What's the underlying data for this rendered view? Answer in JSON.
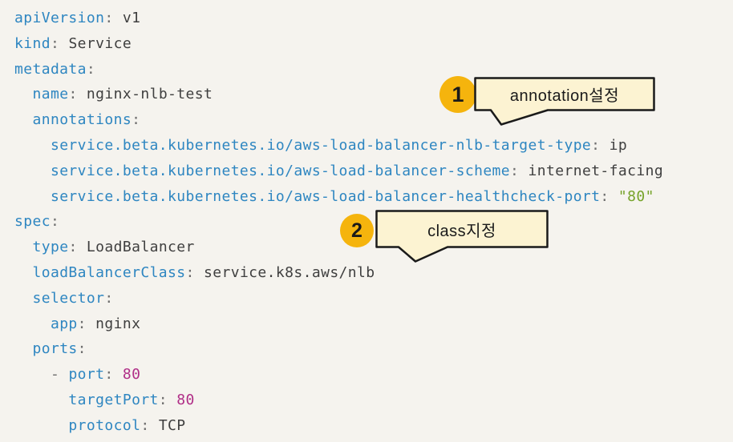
{
  "page": {
    "background": "#f5f3ee",
    "description": "Kubernetes Service YAML manifest with two numbered annotation callouts"
  },
  "colors": {
    "key": "#2e86c1",
    "punct": "#6e6e6e",
    "value": "#3f3f3f",
    "string_green": "#76a32a",
    "number_magenta": "#b02e87",
    "badge_yellow": "#f5b40d",
    "bubble_fill": "#fcf3d2",
    "ink": "#1a1a1a"
  },
  "code": {
    "language": "yaml",
    "lines": [
      [
        [
          "k",
          "apiVersion"
        ],
        [
          "p",
          ":"
        ],
        [
          "v",
          " v1"
        ]
      ],
      [
        [
          "k",
          "kind"
        ],
        [
          "p",
          ":"
        ],
        [
          "v",
          " Service"
        ]
      ],
      [
        [
          "k",
          "metadata"
        ],
        [
          "p",
          ":"
        ]
      ],
      [
        [
          "w",
          "  "
        ],
        [
          "k",
          "name"
        ],
        [
          "p",
          ":"
        ],
        [
          "v",
          " nginx-nlb-test"
        ]
      ],
      [
        [
          "w",
          "  "
        ],
        [
          "k",
          "annotations"
        ],
        [
          "p",
          ":"
        ]
      ],
      [
        [
          "w",
          "    "
        ],
        [
          "k",
          "service.beta.kubernetes.io/aws-load-balancer-nlb-target-type"
        ],
        [
          "p",
          ":"
        ],
        [
          "v",
          " ip"
        ]
      ],
      [
        [
          "w",
          "    "
        ],
        [
          "k",
          "service.beta.kubernetes.io/aws-load-balancer-scheme"
        ],
        [
          "p",
          ":"
        ],
        [
          "v",
          " internet-facing"
        ]
      ],
      [
        [
          "w",
          "    "
        ],
        [
          "k",
          "service.beta.kubernetes.io/aws-load-balancer-healthcheck-port"
        ],
        [
          "p",
          ":"
        ],
        [
          "g",
          " \"80\""
        ]
      ],
      [
        [
          "k",
          "spec"
        ],
        [
          "p",
          ":"
        ]
      ],
      [
        [
          "w",
          "  "
        ],
        [
          "k",
          "type"
        ],
        [
          "p",
          ":"
        ],
        [
          "v",
          " LoadBalancer"
        ]
      ],
      [
        [
          "w",
          "  "
        ],
        [
          "k",
          "loadBalancerClass"
        ],
        [
          "p",
          ":"
        ],
        [
          "v",
          " service.k8s.aws/nlb"
        ]
      ],
      [
        [
          "w",
          "  "
        ],
        [
          "k",
          "selector"
        ],
        [
          "p",
          ":"
        ]
      ],
      [
        [
          "w",
          "    "
        ],
        [
          "k",
          "app"
        ],
        [
          "p",
          ":"
        ],
        [
          "v",
          " nginx"
        ]
      ],
      [
        [
          "w",
          "  "
        ],
        [
          "k",
          "ports"
        ],
        [
          "p",
          ":"
        ]
      ],
      [
        [
          "w",
          "    "
        ],
        [
          "p",
          "- "
        ],
        [
          "k",
          "port"
        ],
        [
          "p",
          ":"
        ],
        [
          "m",
          " 80"
        ]
      ],
      [
        [
          "w",
          "      "
        ],
        [
          "k",
          "targetPort"
        ],
        [
          "p",
          ":"
        ],
        [
          "m",
          " 80"
        ]
      ],
      [
        [
          "w",
          "      "
        ],
        [
          "k",
          "protocol"
        ],
        [
          "p",
          ":"
        ],
        [
          "v",
          " TCP"
        ]
      ]
    ]
  },
  "callouts": [
    {
      "number": "1",
      "label": "annotation설정"
    },
    {
      "number": "2",
      "label": "class지정"
    }
  ]
}
